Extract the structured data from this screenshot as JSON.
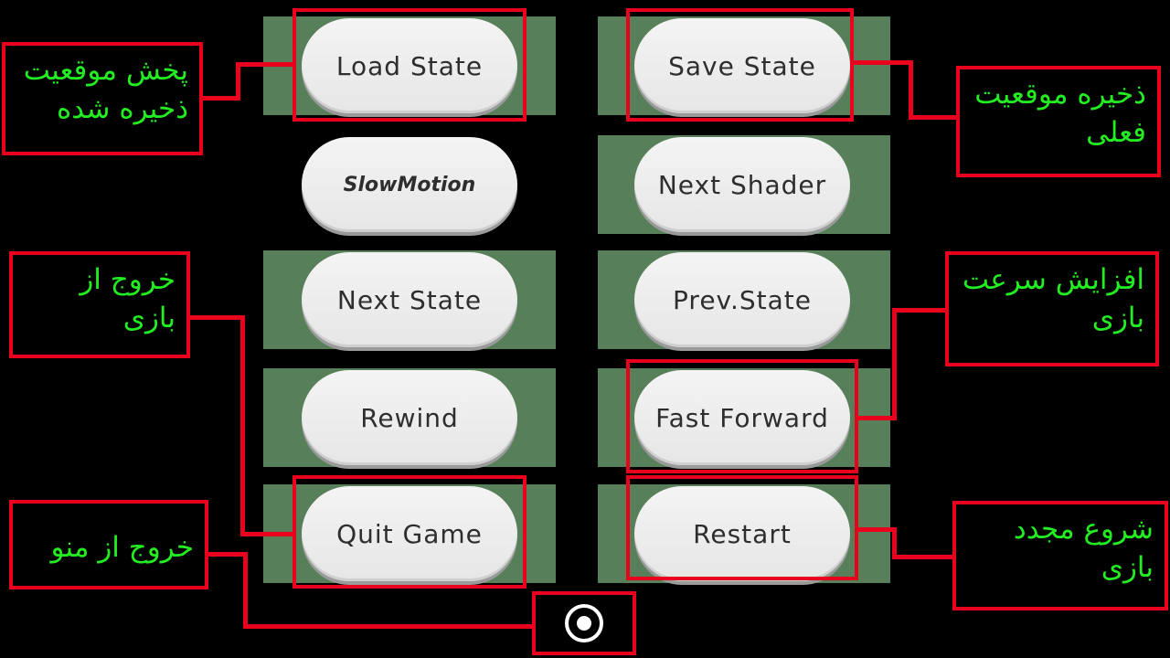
{
  "buttons": {
    "load_state": "Load State",
    "save_state": "Save State",
    "slow_motion": "SlowMotion",
    "next_shader": "Next Shader",
    "next_state": "Next State",
    "prev_state": "Prev.State",
    "rewind": "Rewind",
    "fast_forward": "Fast Forward",
    "quit_game": "Quit Game",
    "restart": "Restart"
  },
  "annotations": {
    "load_state_note": [
      "پخش موقعیت",
      "ذخیره شده"
    ],
    "save_state_note": [
      "ذخیره موقعیت",
      "فعلی"
    ],
    "quit_game_note": [
      "خروج از",
      "بازی"
    ],
    "fast_forward_note": [
      "افزایش سرعت",
      "بازی"
    ],
    "home_note": [
      "خروج از منو"
    ],
    "restart_note": [
      "شروع مجدد",
      "بازی"
    ]
  },
  "home_button": {
    "icon": "circle-home-icon"
  },
  "colors": {
    "tile": "#57805a",
    "highlight": "#e8001c",
    "annotation_text": "#22ee22"
  }
}
